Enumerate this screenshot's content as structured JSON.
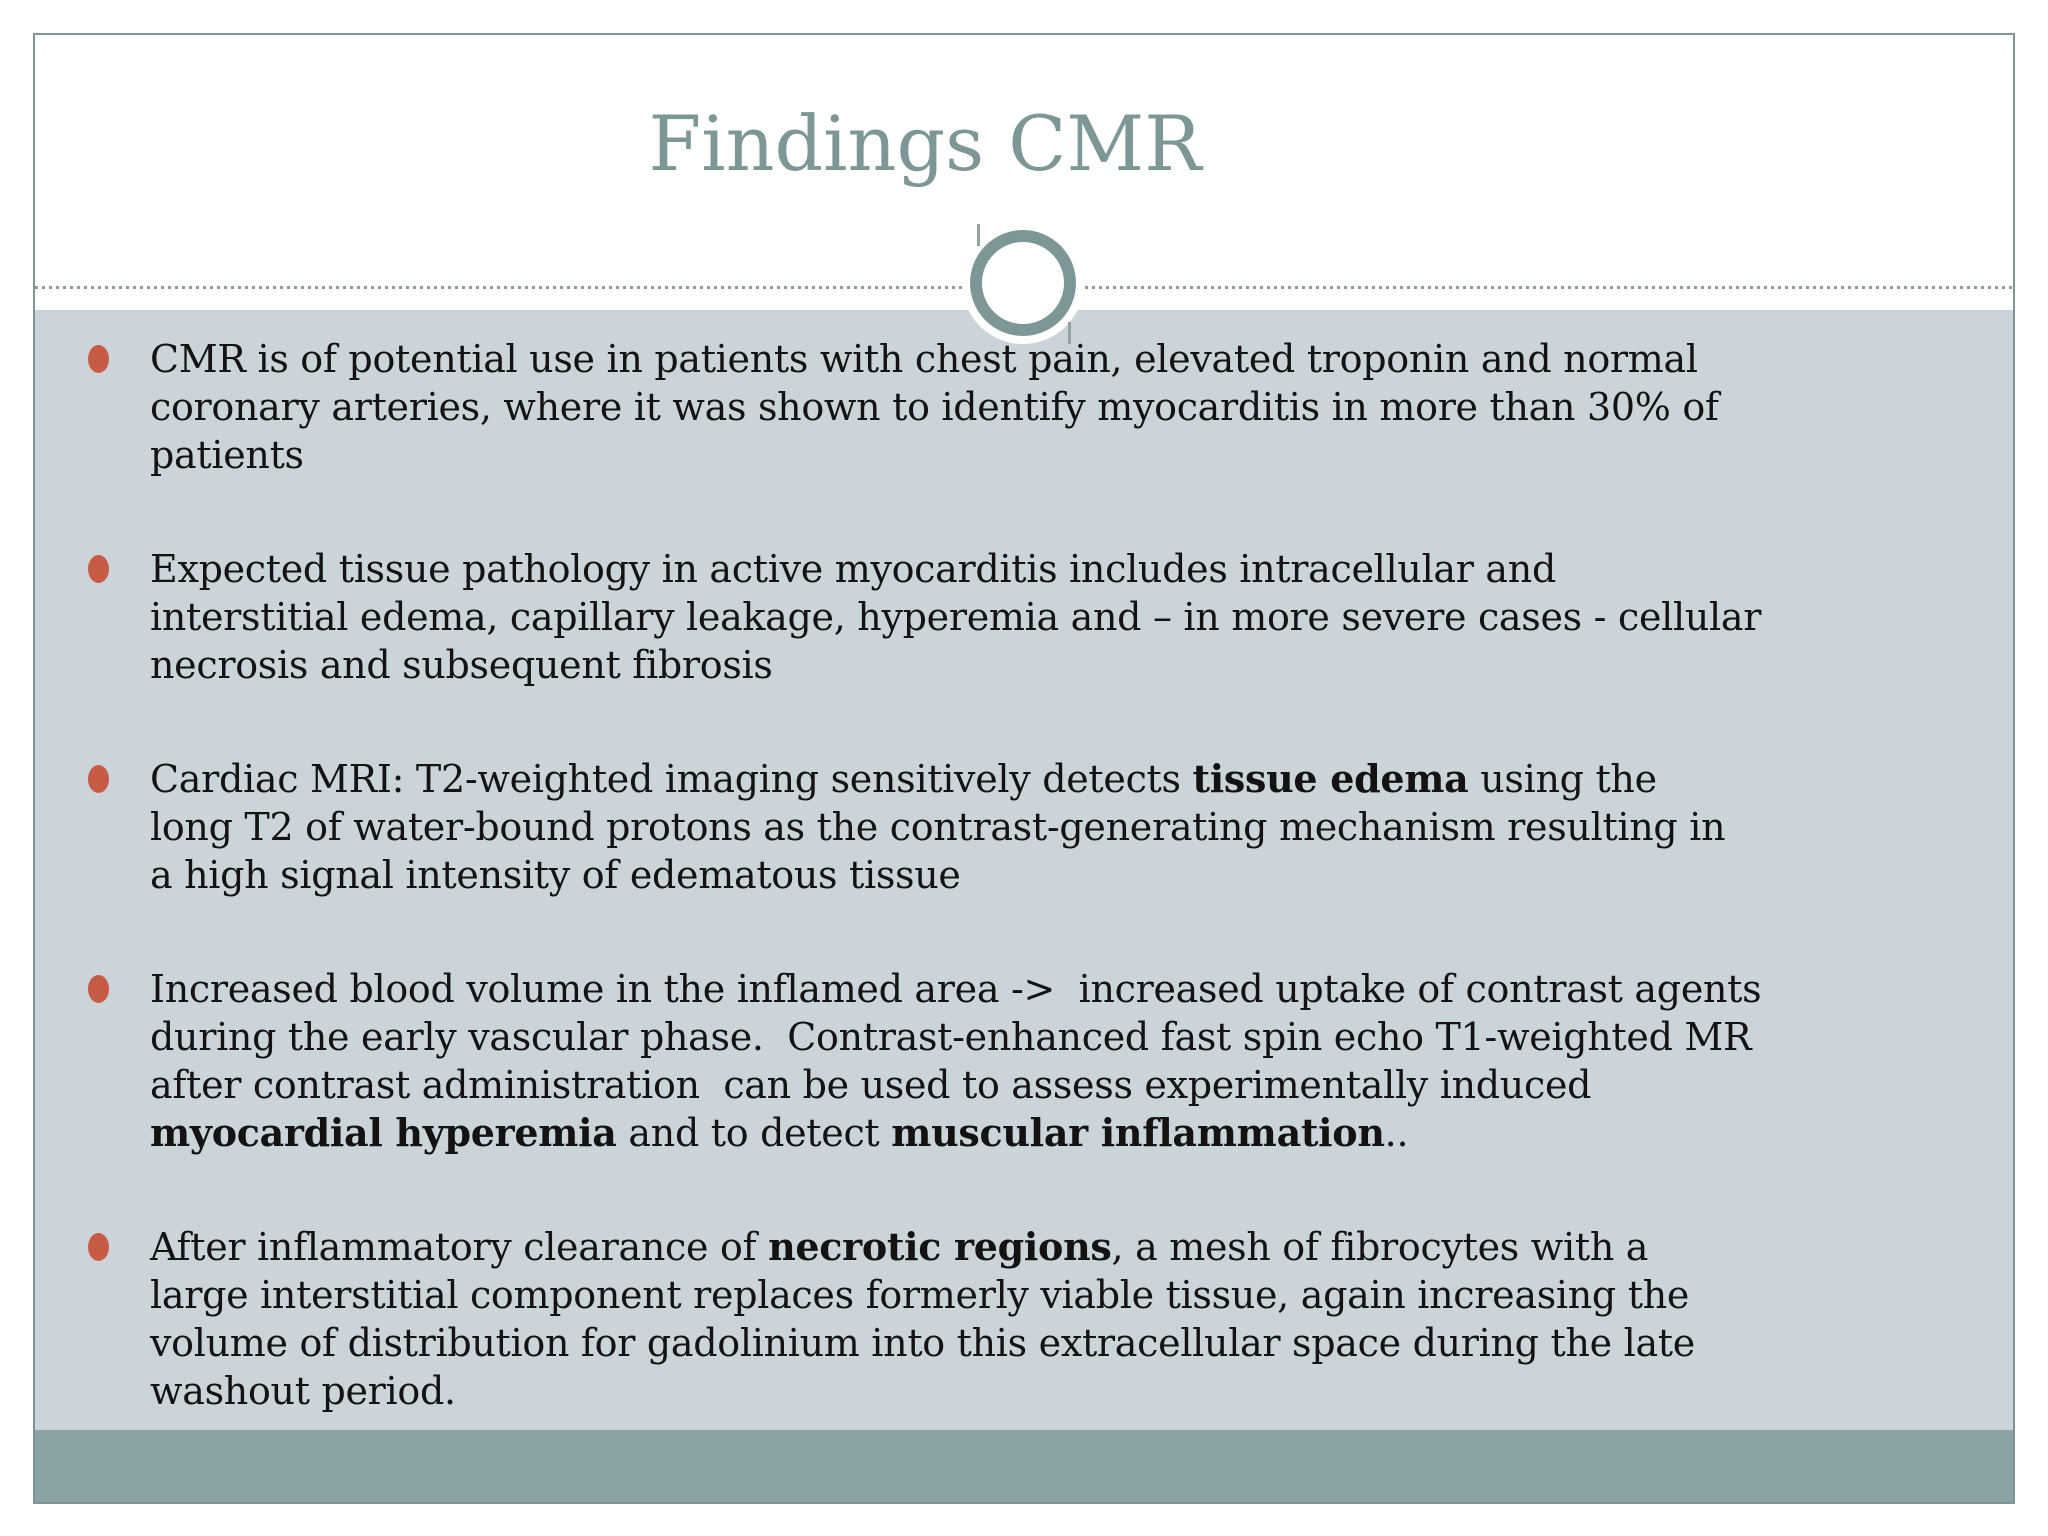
{
  "slide": {
    "title": "Findings CMR",
    "bullets": [
      {
        "lines": [
          "CMR is of potential use in patients with chest pain, elevated troponin and normal",
          "coronary arteries, where it was shown to identify myocarditis in more than 30% of",
          "patients"
        ]
      },
      {
        "lines": [
          "Expected tissue pathology in active myocarditis includes intracellular and",
          "interstitial edema, capillary leakage, hyperemia and – in more severe cases - cellular",
          "necrosis and subsequent fibrosis"
        ]
      },
      {
        "lines": [
          "Cardiac MRI: T2-weighted imaging sensitively detects **tissue edema** using the",
          "long T2 of water-bound protons as the contrast-generating mechanism resulting in",
          "a high signal intensity of edematous tissue"
        ]
      },
      {
        "lines": [
          "Increased blood volume in the inflamed area ->  increased uptake of contrast agents",
          "during the early vascular phase.  Contrast-enhanced fast spin echo T1-weighted MR",
          "after contrast administration  can be used to assess experimentally induced",
          "**myocardial hyperemia** and to detect **muscular inflammation**.."
        ]
      },
      {
        "lines": [
          "After inflammatory clearance of **necrotic regions**, a mesh of fibrocytes with a",
          "large interstitial component replaces formerly viable tissue, again increasing the",
          "volume of distribution for gadolinium into this extracellular space during the late",
          "washout period."
        ]
      }
    ]
  },
  "colors": {
    "title_teal": "#7d9796",
    "ring_teal": "#7d9796",
    "content_background": "#cbd4d8",
    "footer_bar": "#8ba3a3",
    "frame_border": "#7e9593",
    "bullet_marker": "#c75b45",
    "body_text": "#131313",
    "dotted_line": "#8e9c9b"
  }
}
